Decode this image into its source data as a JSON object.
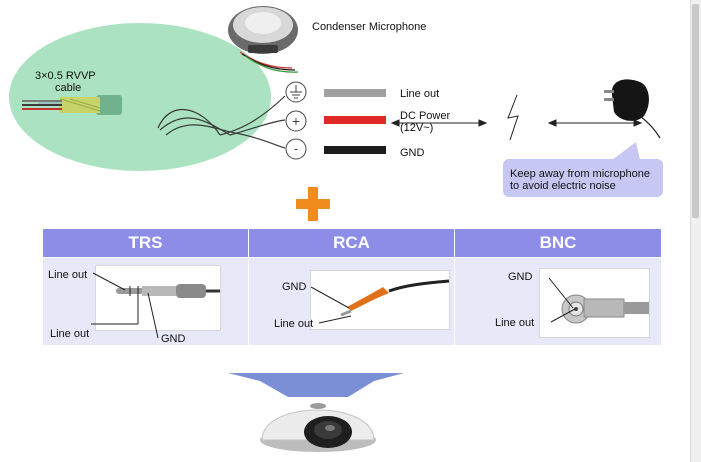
{
  "diagram": {
    "microphone_label": "Condenser Microphone",
    "cable_label_line1": "3×0.5 RVVP",
    "cable_label_line2": "cable",
    "terminals": [
      "Line out",
      "DC Power",
      "(12V~)",
      "GND"
    ],
    "note_line1": "Keep away from microphone",
    "note_line2": "to avoid electric noise",
    "colors": {
      "green_zone": "#a7e2bf",
      "line_out_wire": "#a0a0a0",
      "power_wire": "#e02a2a",
      "gnd_wire": "#1c1c1c",
      "plus": "#f08b1d",
      "header": "#8d8de8",
      "cell": "#e8e9f8"
    }
  },
  "connectors": {
    "headers": [
      "TRS",
      "RCA",
      "BNC"
    ],
    "trs": {
      "label_top": "Line out",
      "label_bottom": "Line out",
      "label_gnd": "GND"
    },
    "rca": {
      "label_gnd": "GND",
      "label_line": "Line out"
    },
    "bnc": {
      "label_gnd": "GND",
      "label_line": "Line out"
    }
  }
}
